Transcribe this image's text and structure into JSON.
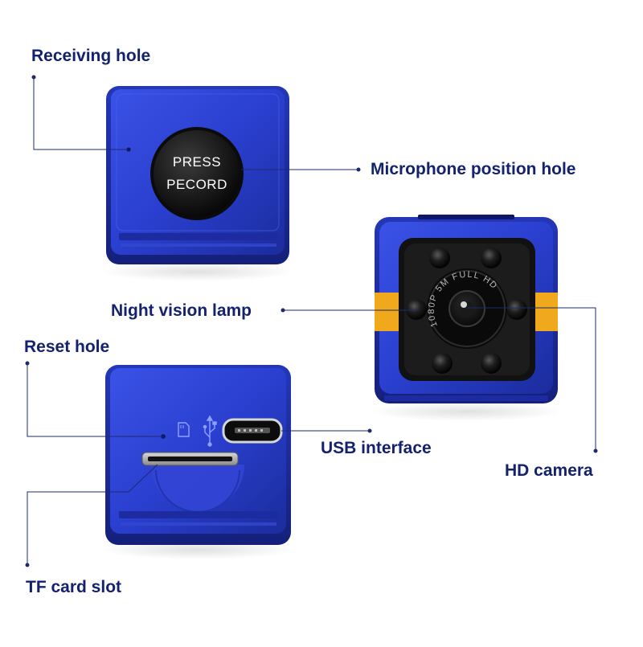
{
  "labels": {
    "receiving_hole": "Receiving hole",
    "microphone_hole": "Microphone position hole",
    "night_vision": "Night vision lamp",
    "reset_hole": "Reset hole",
    "usb_interface": "USB interface",
    "hd_camera": "HD camera",
    "tf_card_slot": "TF card slot"
  },
  "button": {
    "line1": "PRESS",
    "line2": "PECORD"
  },
  "lens_ring_text": "1080P 5M FULL HD",
  "colors": {
    "body_blue": "#2a3fcf",
    "label_navy": "#14226e",
    "leader_line": "#1e2a6e",
    "ir_band": "#f0a81c",
    "button_dark": "#141414"
  },
  "icons": [
    "sd-card-icon",
    "usb-symbol-icon"
  ]
}
